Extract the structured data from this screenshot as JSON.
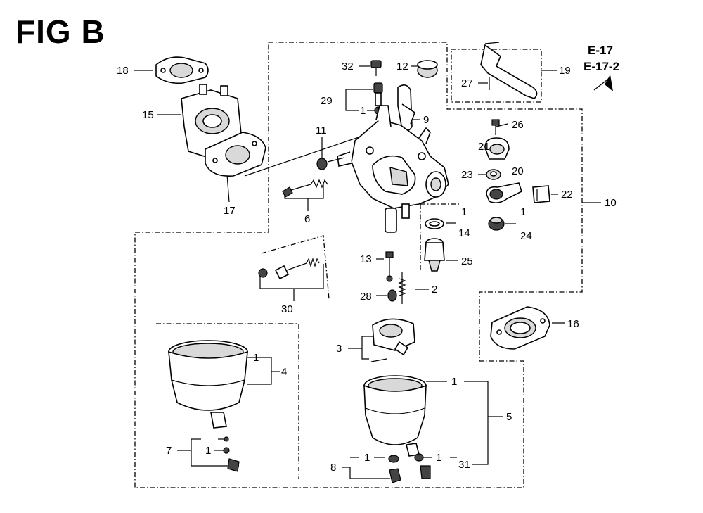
{
  "title": "FIG B",
  "references": [
    "E-17",
    "E-17-2"
  ],
  "callouts": {
    "c18": "18",
    "c15": "15",
    "c17": "17",
    "c32": "32",
    "c12": "12",
    "c29": "29",
    "c1_29": "1",
    "c9": "9",
    "c11": "11",
    "c6": "6",
    "c19": "19",
    "c27": "27",
    "c26": "26",
    "c21": "21",
    "c23": "23",
    "c20": "20",
    "c22": "22",
    "c10": "10",
    "c1_14": "1",
    "c14": "14",
    "c1_24": "1",
    "c24": "24",
    "c13": "13",
    "c25": "25",
    "c28": "28",
    "c2": "2",
    "c30": "30",
    "c16": "16",
    "c3": "3",
    "c4": "4",
    "c1_4": "1",
    "c7": "7",
    "c1_7": "1",
    "c5": "5",
    "c1_5": "1",
    "c8": "8",
    "c1_8": "1",
    "c31": "31",
    "c1_31": "1"
  }
}
